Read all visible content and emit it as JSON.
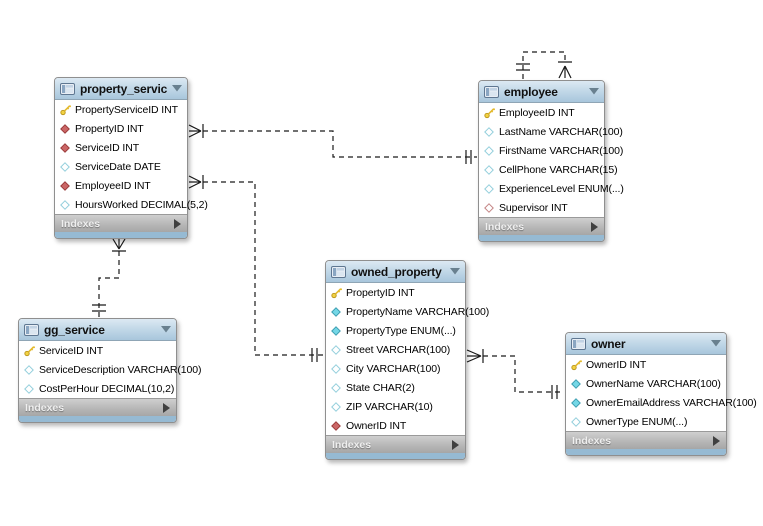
{
  "app": "erd-model-canvas",
  "footer_label_default": "Indexes",
  "colors": {
    "header_top": "#dce9f3",
    "header_bottom": "#a8c6dc",
    "footer_top": "#cfcfcf",
    "footer_bottom": "#a6a6a6",
    "bottom_strip": "#96bad3",
    "table_border": "#8f8f8f",
    "relationship_line": "#1a1a1a",
    "pk_yellow": "#f2d243",
    "fk_red_filled": "#cb6666",
    "fk_red_outline": "#c48484",
    "col_cyan_filled": "#74d7e6",
    "col_cyan_outline": "#93cfdc"
  },
  "tables": [
    {
      "name": "property_service",
      "footer_label": "Indexes",
      "columns": [
        {
          "icon": "primary-key-icon",
          "label": "PropertyServiceID INT"
        },
        {
          "icon": "fk-notnull-diamond-icon",
          "label": "PropertyID INT"
        },
        {
          "icon": "fk-notnull-diamond-icon",
          "label": "ServiceID INT"
        },
        {
          "icon": "column-nullable-diamond-icon",
          "label": "ServiceDate DATE"
        },
        {
          "icon": "fk-notnull-diamond-icon",
          "label": "EmployeeID INT"
        },
        {
          "icon": "column-nullable-diamond-icon",
          "label": "HoursWorked DECIMAL(5,2)"
        }
      ]
    },
    {
      "name": "employee",
      "footer_label": "Indexes",
      "columns": [
        {
          "icon": "primary-key-icon",
          "label": "EmployeeID INT"
        },
        {
          "icon": "column-nullable-diamond-icon",
          "label": "LastName VARCHAR(100)"
        },
        {
          "icon": "column-nullable-diamond-icon",
          "label": "FirstName VARCHAR(100)"
        },
        {
          "icon": "column-nullable-diamond-icon",
          "label": "CellPhone VARCHAR(15)"
        },
        {
          "icon": "column-nullable-diamond-icon",
          "label": "ExperienceLevel ENUM(...)"
        },
        {
          "icon": "fk-nullable-diamond-icon",
          "label": "Supervisor INT"
        }
      ]
    },
    {
      "name": "gg_service",
      "footer_label": "Indexes",
      "columns": [
        {
          "icon": "primary-key-icon",
          "label": "ServiceID INT"
        },
        {
          "icon": "column-nullable-diamond-icon",
          "label": "ServiceDescription VARCHAR(100)"
        },
        {
          "icon": "column-nullable-diamond-icon",
          "label": "CostPerHour DECIMAL(10,2)"
        }
      ]
    },
    {
      "name": "owned_property",
      "footer_label": "Indexes",
      "columns": [
        {
          "icon": "primary-key-icon",
          "label": "PropertyID INT"
        },
        {
          "icon": "column-notnull-diamond-icon",
          "label": "PropertyName VARCHAR(100)"
        },
        {
          "icon": "column-notnull-diamond-icon",
          "label": "PropertyType ENUM(...)"
        },
        {
          "icon": "column-nullable-diamond-icon",
          "label": "Street VARCHAR(100)"
        },
        {
          "icon": "column-nullable-diamond-icon",
          "label": "City VARCHAR(100)"
        },
        {
          "icon": "column-nullable-diamond-icon",
          "label": "State CHAR(2)"
        },
        {
          "icon": "column-nullable-diamond-icon",
          "label": "ZIP VARCHAR(10)"
        },
        {
          "icon": "fk-notnull-diamond-icon",
          "label": "OwnerID INT"
        }
      ]
    },
    {
      "name": "owner",
      "footer_label": "Indexes",
      "columns": [
        {
          "icon": "primary-key-icon",
          "label": "OwnerID INT"
        },
        {
          "icon": "column-notnull-diamond-icon",
          "label": "OwnerName VARCHAR(100)"
        },
        {
          "icon": "column-notnull-diamond-icon",
          "label": "OwnerEmailAddress VARCHAR(100)"
        },
        {
          "icon": "column-nullable-diamond-icon",
          "label": "OwnerType ENUM(...)"
        }
      ]
    }
  ],
  "relationships": [
    {
      "from": "property_service",
      "from_end": "many-mandatory",
      "to": "employee",
      "to_end": "one-mandatory",
      "line": "dashed"
    },
    {
      "from": "property_service",
      "from_end": "many-mandatory",
      "to": "owned_property",
      "to_end": "one-mandatory",
      "line": "dashed"
    },
    {
      "from": "property_service",
      "from_end": "many-mandatory",
      "to": "gg_service",
      "to_end": "one-mandatory",
      "line": "dashed"
    },
    {
      "from": "owned_property",
      "from_end": "many-mandatory",
      "to": "owner",
      "to_end": "one-mandatory",
      "line": "dashed"
    },
    {
      "from": "employee",
      "from_end": "one-mandatory",
      "to": "employee",
      "to_end": "many-mandatory",
      "line": "dashed"
    }
  ]
}
